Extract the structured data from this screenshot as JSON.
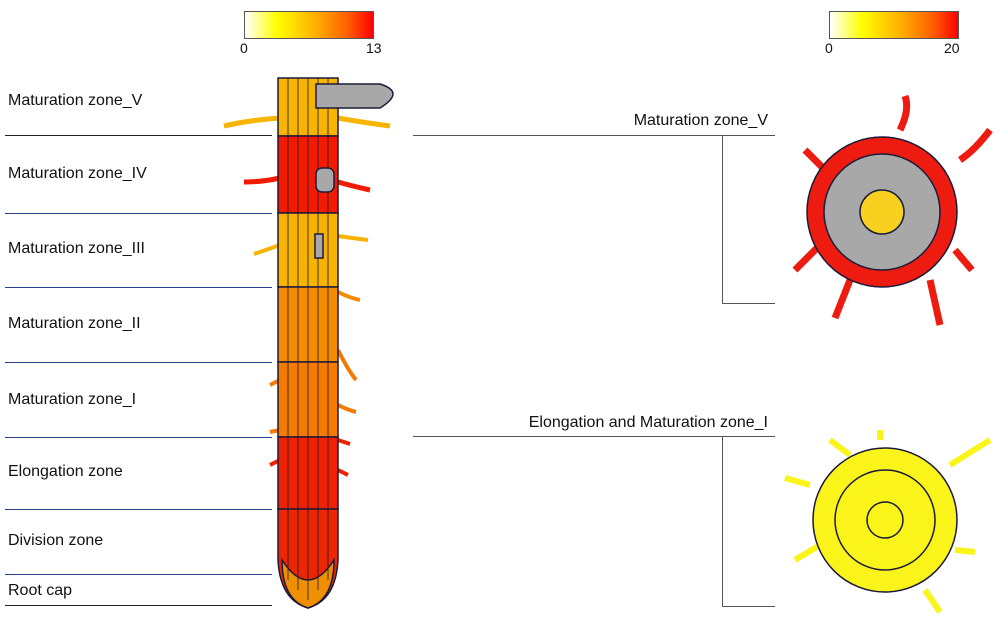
{
  "legend_left": {
    "min": "0",
    "max": "13"
  },
  "legend_right": {
    "min": "0",
    "max": "20"
  },
  "zones": [
    {
      "label": "Maturation zone_V",
      "color": "#f7b400"
    },
    {
      "label": "Maturation zone_IV",
      "color": "#f41a00"
    },
    {
      "label": "Maturation zone_III",
      "color": "#f8b200"
    },
    {
      "label": "Maturation zone_II",
      "color": "#f58c00"
    },
    {
      "label": "Maturation zone_I",
      "color": "#f57a00"
    },
    {
      "label": "Elongation zone",
      "color": "#ee2200"
    },
    {
      "label": "Division zone",
      "color": "#ec2600"
    },
    {
      "label": "Root cap",
      "color": "#f09000"
    }
  ],
  "sections": [
    {
      "label": "Maturation zone_V",
      "color": "#ee1c10"
    },
    {
      "label": "Elongation and Maturation zone_I",
      "color": "#fbf41a"
    }
  ],
  "colors": {
    "no_data": "#a8a8a8",
    "outline": "#1a1a3a",
    "separator": "#2b3f8f"
  }
}
